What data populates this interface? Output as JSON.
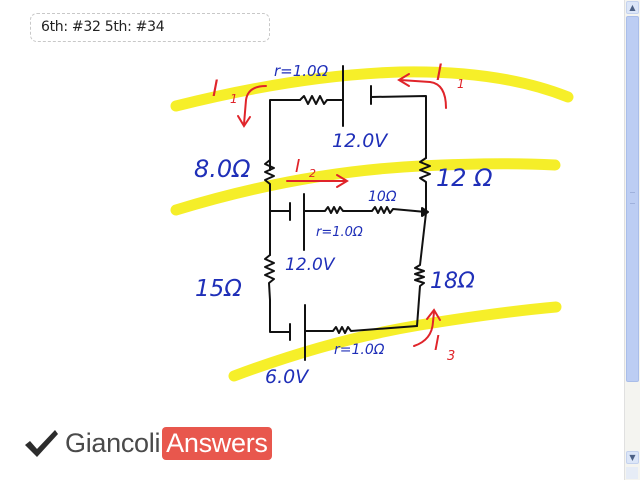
{
  "question_ref": {
    "label": "6th: #32  5th: #34"
  },
  "drawing": {
    "labels": {
      "r_top": "r=1.0Ω",
      "v_top": "12.0V",
      "r_left_top": "8.0Ω",
      "r_right_top": "12 Ω",
      "r_mid": "10Ω",
      "r_internal_mid": "r=1.0Ω",
      "v_mid": "12.0V",
      "r_left_bottom": "15Ω",
      "r_right_bottom": "18Ω",
      "r_internal_bottom": "r=1.0Ω",
      "v_bottom": "6.0V"
    },
    "currents": {
      "i1_left": "I",
      "i1_left_sub": "1",
      "i1_right": "I",
      "i1_right_sub": "1",
      "i2": "I",
      "i2_sub": "2",
      "i3": "I",
      "i3_sub": "3"
    },
    "colors": {
      "wire": "#111111",
      "value_text": "#1f2fb8",
      "current_text": "#e0242a",
      "highlight": "#f5ee1e"
    }
  },
  "logo": {
    "brand_text": "Giancoli",
    "badge_text": "Answers",
    "badge_color": "#e8574d",
    "icon": "checkmark-icon"
  },
  "scrollbar": {
    "up_arrow": "▲",
    "down_arrow": "▼"
  }
}
